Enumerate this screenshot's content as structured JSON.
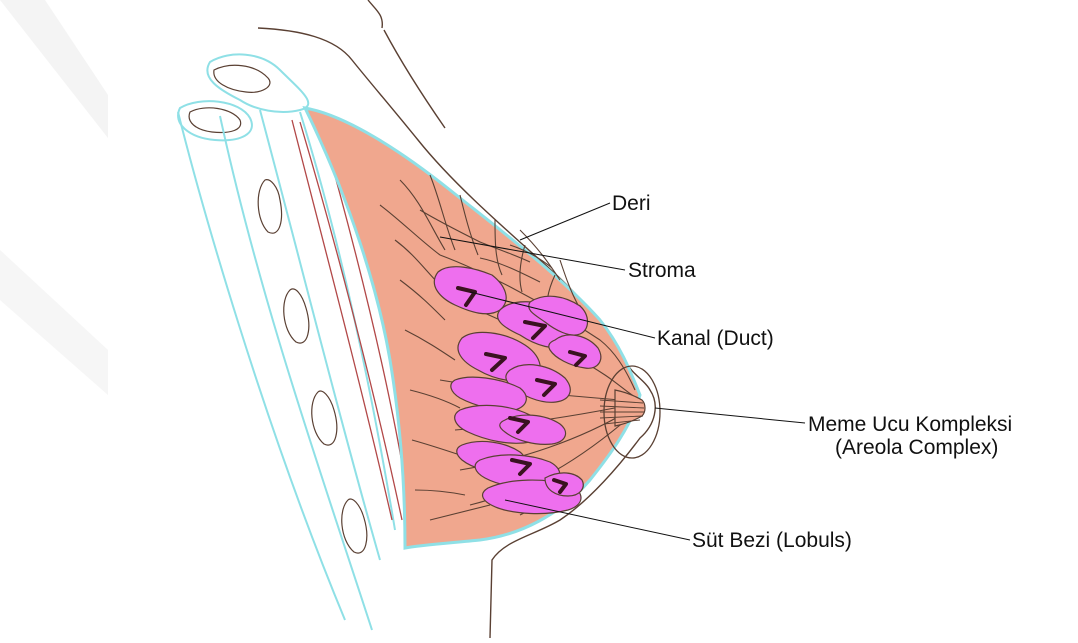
{
  "labels": {
    "skin": "Deri",
    "stroma": "Stroma",
    "duct": "Kanal (Duct)",
    "nipple_line1": "Meme Ucu Kompleksi",
    "nipple_line2": "(Areola Complex)",
    "lobules": "Süt Bezi (Lobuls)"
  },
  "colors": {
    "stroma_fill": "#f0a78e",
    "lobule_fill": "#ee6fee",
    "rib_outline": "#8fe0e6",
    "muscle_line": "#b24848",
    "outline": "#5a4033",
    "arrow": "#3a1220"
  }
}
